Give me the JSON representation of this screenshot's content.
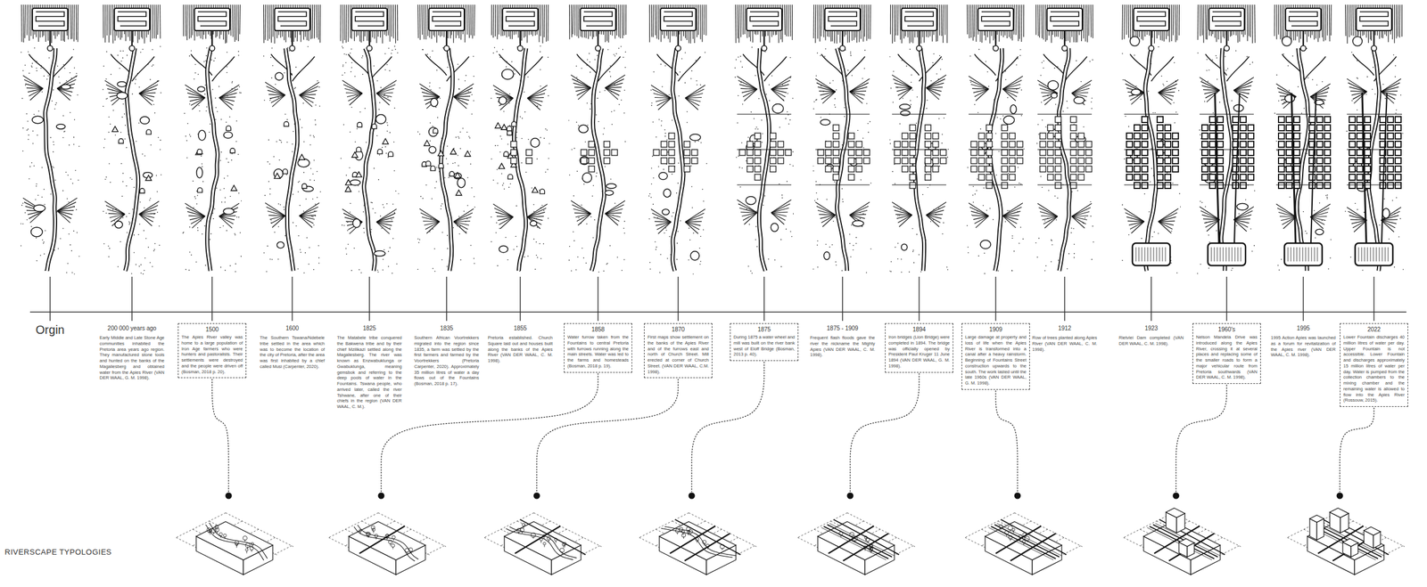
{
  "diagram": {
    "nodes": [
      {
        "text": [
          "1500",
          "The Apies River valley was home to a large population of Iron Age farmers who were hunters and pastoralists. Their settlements were destroyed and the people were driven off (Bosman, 2018 p. 20)."
        ]
      },
      {
        "text": [
          "1858",
          "Water furrow taken from the Fountains to central Pretoria with furrows running along the main streets. Water was led to the farms and homesteads (Bosman, 2018 p. 19)."
        ]
      },
      {
        "text": [
          "1870",
          "First maps show settlement on the banks of the Apies River and of the furrows east and north of Church Street. Mill erected at corner of Church Street. (VAN DER WAAL, C.M. 1998)."
        ]
      },
      {
        "text": [
          "1875",
          "During 1875 a water wheel and mill was built on the river bank west of Eloff Bridge (Bosman, 2013 p. 40)."
        ]
      },
      {
        "text": [
          "1894",
          "Iron bridges (Lion Bridge) were completed in 1894. The bridge was officially opened by President Paul Kruger 11 June 1894 (VAN DER WAAL, G. M. 1998)."
        ]
      },
      {
        "text": [
          "1909",
          "Large damage at property and loss of life when the Apies River is transformed into a canal after a heavy rainstorm. Beginning of Fountains Street construction upwards to the south. The work lasted until the late 1960s (VAN DER WAAL, G. M. 1998)."
        ]
      },
      {
        "text": [
          "1960's",
          "Nelson Mandela Drive was introduced along the Apies River, crossing it at several places and replacing some of the smaller roads to form a major vehicular route from Pretoria southwards (VAN DER WAAL, C. M. 1998)."
        ]
      },
      {
        "text": [
          "2022",
          "Lower Fountain discharges 40 million litres of water per day. Upper Fountain is not accessible. Lower Fountain and discharges approximately 15 million litres of water per day. Water is pumped from the collection chambers to the mixing chamber and the remaining water is allowed to flow into the Apies River (Rossouw, 2015)."
        ]
      }
    ],
    "labels": [
      "Orgin",
      "200 000 years ago",
      "Early Middle and Late Stone Age communities inhabited the Pretoria area years ago region. They manufactured stone tools and hunted on the banks of the Magaliesberg and obtained water from the Apies River (VAN DER WAAL, G. M. 1998).",
      "1600",
      "The Southern Tswana/Ndebele tribe settled in the area which was to become the location of the city of Pretoria, after the area was first inhabited by a chief called Musi (Carpenter, 2020).",
      "1825",
      "The Matabele tribe conquered the Bakwena tribe and by their chief Mzilikazi settled along the Magaliesberg. The river was known as Enzwabuklunga or Gwabuklunga, meaning gemsbok and referring to the deep pools of water in the Fountains. Tswana people, who arrived later, called the river Tshwane, after one of their chiefs in the region (VAN DER WAAL, C. M.).",
      "1835",
      "Southern African Voortrekkers migrated into the region since 1835, a farm was settled by the first farmers and farmed by the Voortrekkers (Pretoria Carpenter, 2020). Approximately 35 million litres of water a day flows out of the Fountains (Bosman, 2018 p. 17).",
      "1855",
      "Pretoria established. Church Square laid out and houses built along the banks of the Apies River (VAN DER WAAL, C. M. 1998).",
      "1875 - 1909",
      "Frequent flash floods gave the river the nickname the Mighty Apies (VAN DER WAAL, C. M. 1998).",
      "1912",
      "Row of trees planted along Apies River (VAN DER WAAL, C. M. 1998).",
      "1923",
      "Rietvlei Dam completed (VAN DER WAAL, C. M. 1998).",
      "1995",
      "1995 Action Apies was launched as a forum for revitalization of the Apies river (VAN DER WAAL, C. M. 1998).",
      "RIVERSCAPE TYPOLOGIES"
    ]
  }
}
